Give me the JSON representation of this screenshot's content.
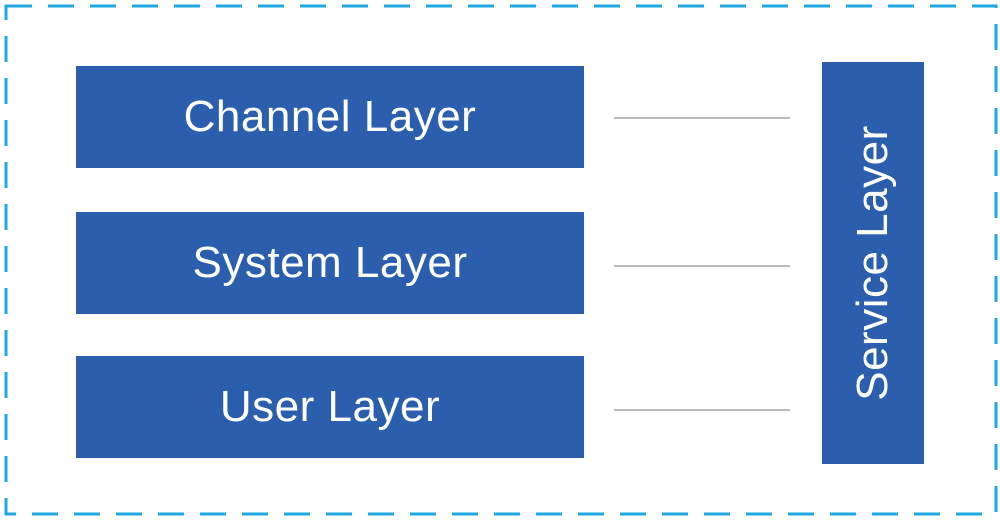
{
  "diagram": {
    "layers": [
      {
        "label": "Channel Layer"
      },
      {
        "label": "System Layer"
      },
      {
        "label": "User Layer"
      }
    ],
    "service": {
      "label": "Service Layer"
    }
  },
  "colors": {
    "box_fill": "#2b5fad",
    "box_text": "#ffffff",
    "connector": "#b9b9b9",
    "dashed_border": "#1ea7e1",
    "background": "#ffffff"
  }
}
